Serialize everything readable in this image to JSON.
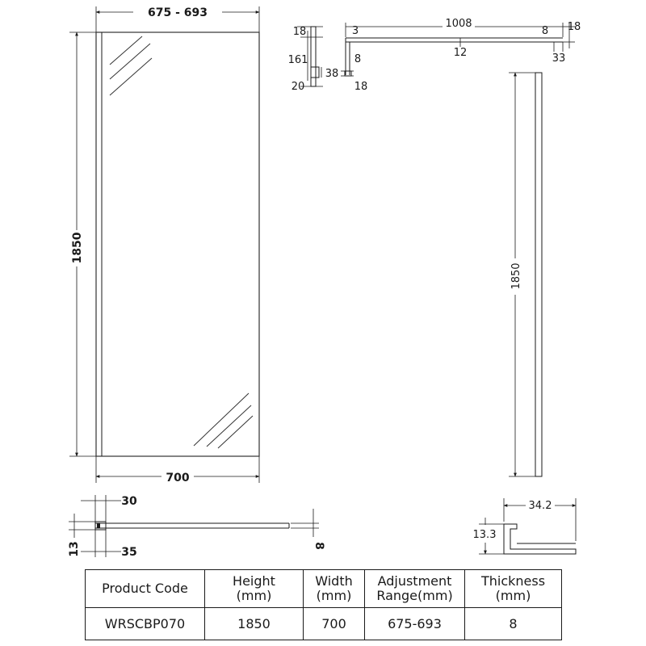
{
  "front_view": {
    "width_range": "675 - 693",
    "height": "1850",
    "width": "700"
  },
  "wall_profile": {
    "d18": "18",
    "d161": "161",
    "d20": "20",
    "d38": "38"
  },
  "support_bar": {
    "d3": "3",
    "length": "1008",
    "d8a": "8",
    "d18": "18",
    "d12": "12",
    "d33": "33",
    "d8b": "8",
    "d18b": "18"
  },
  "side_view": {
    "height": "1850"
  },
  "plan_section": {
    "d30": "30",
    "d13": "13",
    "d35": "35",
    "thickness": "8"
  },
  "profile_section": {
    "width": "34.2",
    "height": "13.3"
  },
  "spec_table": {
    "headers": [
      [
        "Product Code"
      ],
      [
        "Height",
        "(mm)"
      ],
      [
        "Width",
        "(mm)"
      ],
      [
        "Adjustment",
        "Range(mm)"
      ],
      [
        "Thickness",
        "(mm)"
      ]
    ],
    "values": [
      "WRSCBP070",
      "1850",
      "700",
      "675-693",
      "8"
    ]
  }
}
